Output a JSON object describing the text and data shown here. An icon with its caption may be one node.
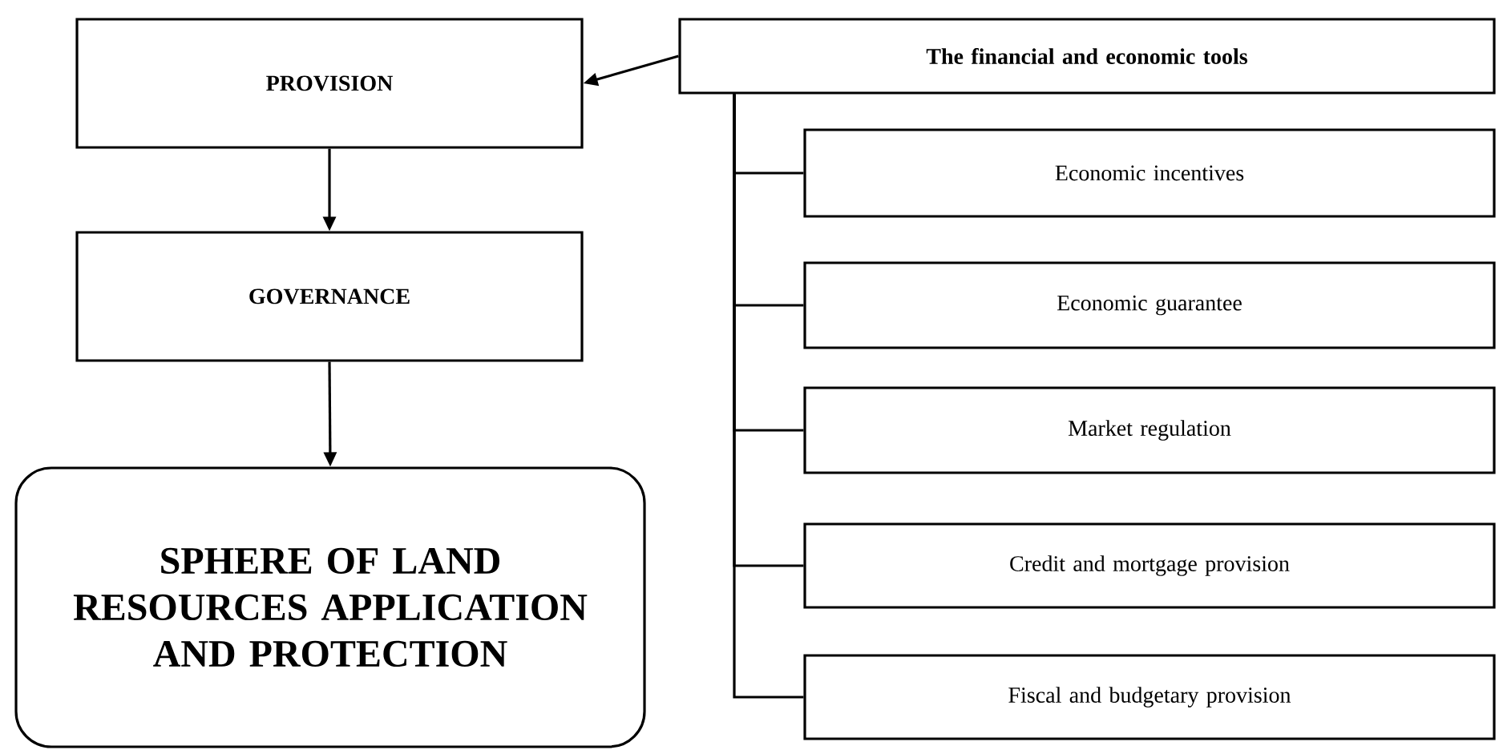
{
  "diagram": {
    "nodes": [
      {
        "text": [
          "PROVISION"
        ]
      },
      {
        "text": [
          "GOVERNANCE"
        ]
      },
      {
        "text": [
          "SPHERE OF  LAND RESOURCES APPLICATION AND PROTECTION"
        ]
      },
      {
        "text": [
          "The financial and economic tools"
        ]
      },
      {
        "text": [
          "Economic incentives"
        ]
      },
      {
        "text": [
          "Economic guarantee"
        ]
      },
      {
        "text": [
          "Market regulation"
        ]
      },
      {
        "text": [
          "Credit and mortgage provision"
        ]
      },
      {
        "text": [
          "Fiscal and budgetary provision"
        ]
      }
    ],
    "edges": [
      {
        "from": 3,
        "to": 0,
        "arrow": "to"
      },
      {
        "from": 0,
        "to": 1,
        "arrow": "to"
      },
      {
        "from": 1,
        "to": 2,
        "arrow": "to"
      },
      {
        "from": 3,
        "to": 4,
        "arrow": "none"
      },
      {
        "from": 3,
        "to": 5,
        "arrow": "none"
      },
      {
        "from": 3,
        "to": 6,
        "arrow": "none"
      },
      {
        "from": 3,
        "to": 7,
        "arrow": "none"
      },
      {
        "from": 3,
        "to": 8,
        "arrow": "none"
      }
    ]
  }
}
